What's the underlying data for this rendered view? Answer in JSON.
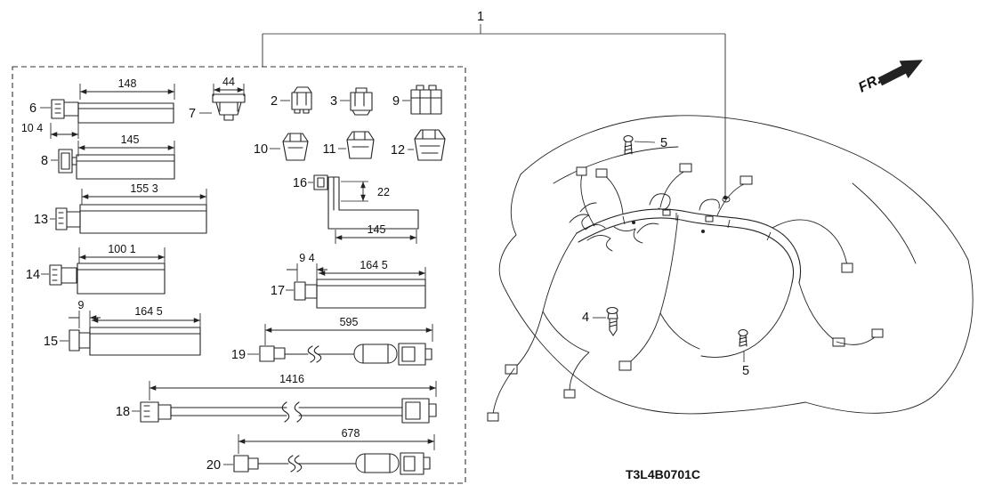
{
  "diagram": {
    "main_callout": "1",
    "fr_label": "FR.",
    "code": "T3L4B0701C"
  },
  "bolts": {
    "top": {
      "label": "5"
    },
    "mid": {
      "label": "4"
    },
    "bottom": {
      "label": "5"
    }
  },
  "items": {
    "i2": {
      "label": "2"
    },
    "i3": {
      "label": "3"
    },
    "i6": {
      "label": "6",
      "dim_length": "148",
      "dim_offset": "10 4"
    },
    "i7": {
      "label": "7",
      "dim_length": "44"
    },
    "i8": {
      "label": "8",
      "dim_length": "145"
    },
    "i9": {
      "label": "9"
    },
    "i10": {
      "label": "10"
    },
    "i11": {
      "label": "11"
    },
    "i12": {
      "label": "12"
    },
    "i13": {
      "label": "13",
      "dim_length": "155 3"
    },
    "i14": {
      "label": "14",
      "dim_length": "100 1"
    },
    "i15": {
      "label": "15",
      "dim_offset": "9",
      "dim_length": "164 5"
    },
    "i16": {
      "label": "16",
      "dim_drop": "22",
      "dim_length": "145"
    },
    "i17": {
      "label": "17",
      "dim_offset": "9 4",
      "dim_length": "164 5"
    },
    "i18": {
      "label": "18",
      "dim_length": "1416"
    },
    "i19": {
      "label": "19",
      "dim_length": "595"
    },
    "i20": {
      "label": "20",
      "dim_length": "678"
    }
  }
}
